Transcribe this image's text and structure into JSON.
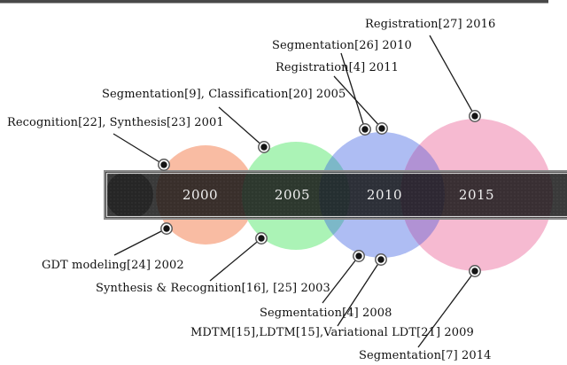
{
  "figure": {
    "kind": "timeline-diagram",
    "background_color": "#ffffff",
    "top_rule_color": "#484848",
    "text_color": "#111111"
  },
  "timeline": {
    "bar_color": "#141414",
    "bar_frame_outer_color": "#8c8c8c",
    "bar_frame_inner_color": "#dcdcdc",
    "year_label_color": "#f0f0f0",
    "years": [
      {
        "label": "2000",
        "circle_color": "#f9bca3"
      },
      {
        "label": "2005",
        "circle_color": "#abf3b6"
      },
      {
        "label": "2010",
        "circle_color": "#aebdf3"
      },
      {
        "label": "2015",
        "circle_color": "#f6bad1"
      }
    ],
    "overlap_colors": {
      "green_blue": "#7cb8c8",
      "blue_pink": "#b192d4"
    }
  },
  "annotations": {
    "above": [
      {
        "text": "Recognition[22], Synthesis[23] 2001"
      },
      {
        "text": "Segmentation[9], Classification[20] 2005"
      },
      {
        "text": "Segmentation[26] 2010"
      },
      {
        "text": "Registration[4] 2011"
      },
      {
        "text": "Registration[27] 2016"
      }
    ],
    "below": [
      {
        "text": "GDT modeling[24] 2002"
      },
      {
        "text": "Synthesis & Recognition[16], [25] 2003"
      },
      {
        "text": "Segmentation[4] 2008"
      },
      {
        "text": "MDTM[15],LDTM[15],Variational LDT[21] 2009"
      },
      {
        "text": "Segmentation[7] 2014"
      }
    ]
  }
}
